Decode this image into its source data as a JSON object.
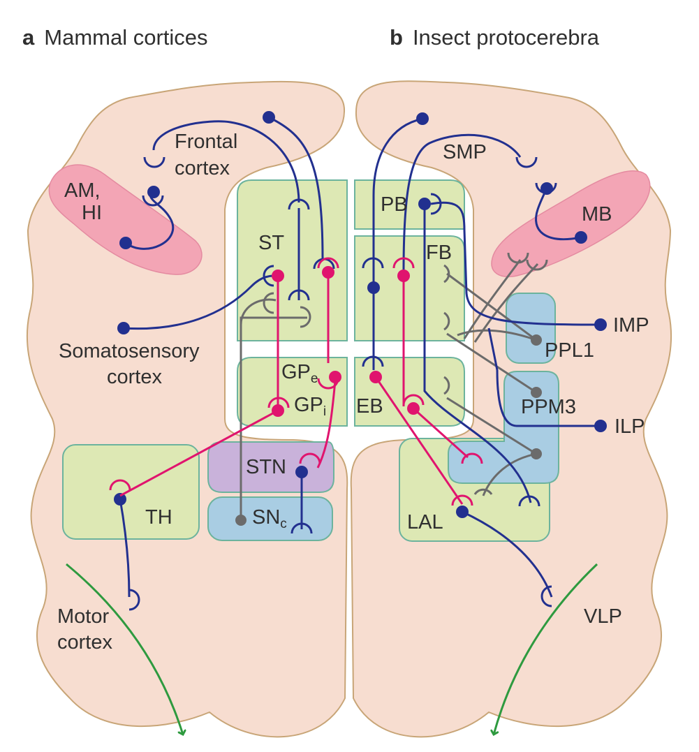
{
  "panels": {
    "a": {
      "letter": "a",
      "title": "Mammal cortices"
    },
    "b": {
      "letter": "b",
      "title": "Insect protocerebra"
    }
  },
  "left_labels": {
    "am": "AM,",
    "hi": "HI",
    "frontal_1": "Frontal",
    "frontal_2": "cortex",
    "st": "ST",
    "somato_1": "Somatosensory",
    "somato_2": "cortex",
    "gpe": "GP",
    "gpe_sub": "e",
    "gpi": "GP",
    "gpi_sub": "i",
    "stn": "STN",
    "snc": "SN",
    "snc_sub": "c",
    "th": "TH",
    "motor_1": "Motor",
    "motor_2": "cortex"
  },
  "right_labels": {
    "smp": "SMP",
    "pb": "PB",
    "mb": "MB",
    "fb": "FB",
    "imp": "IMP",
    "ppl1": "PPL1",
    "eb": "EB",
    "ppm3": "PPM3",
    "ilp": "ILP",
    "lal": "LAL",
    "vlp": "VLP"
  },
  "colors": {
    "tissue": "#f7ddd0",
    "tissue_outline": "#c8a577",
    "region_green": "#dde8b4",
    "region_green_outline": "#6cb39d",
    "region_blue": "#a9cde3",
    "region_purple": "#c9b2da",
    "region_pink": "#f3a5b5",
    "neuron_blue": "#22308f",
    "neuron_magenta": "#e0146e",
    "neuron_gray": "#6b6b6b",
    "arrow_green": "#2e9a3f"
  }
}
